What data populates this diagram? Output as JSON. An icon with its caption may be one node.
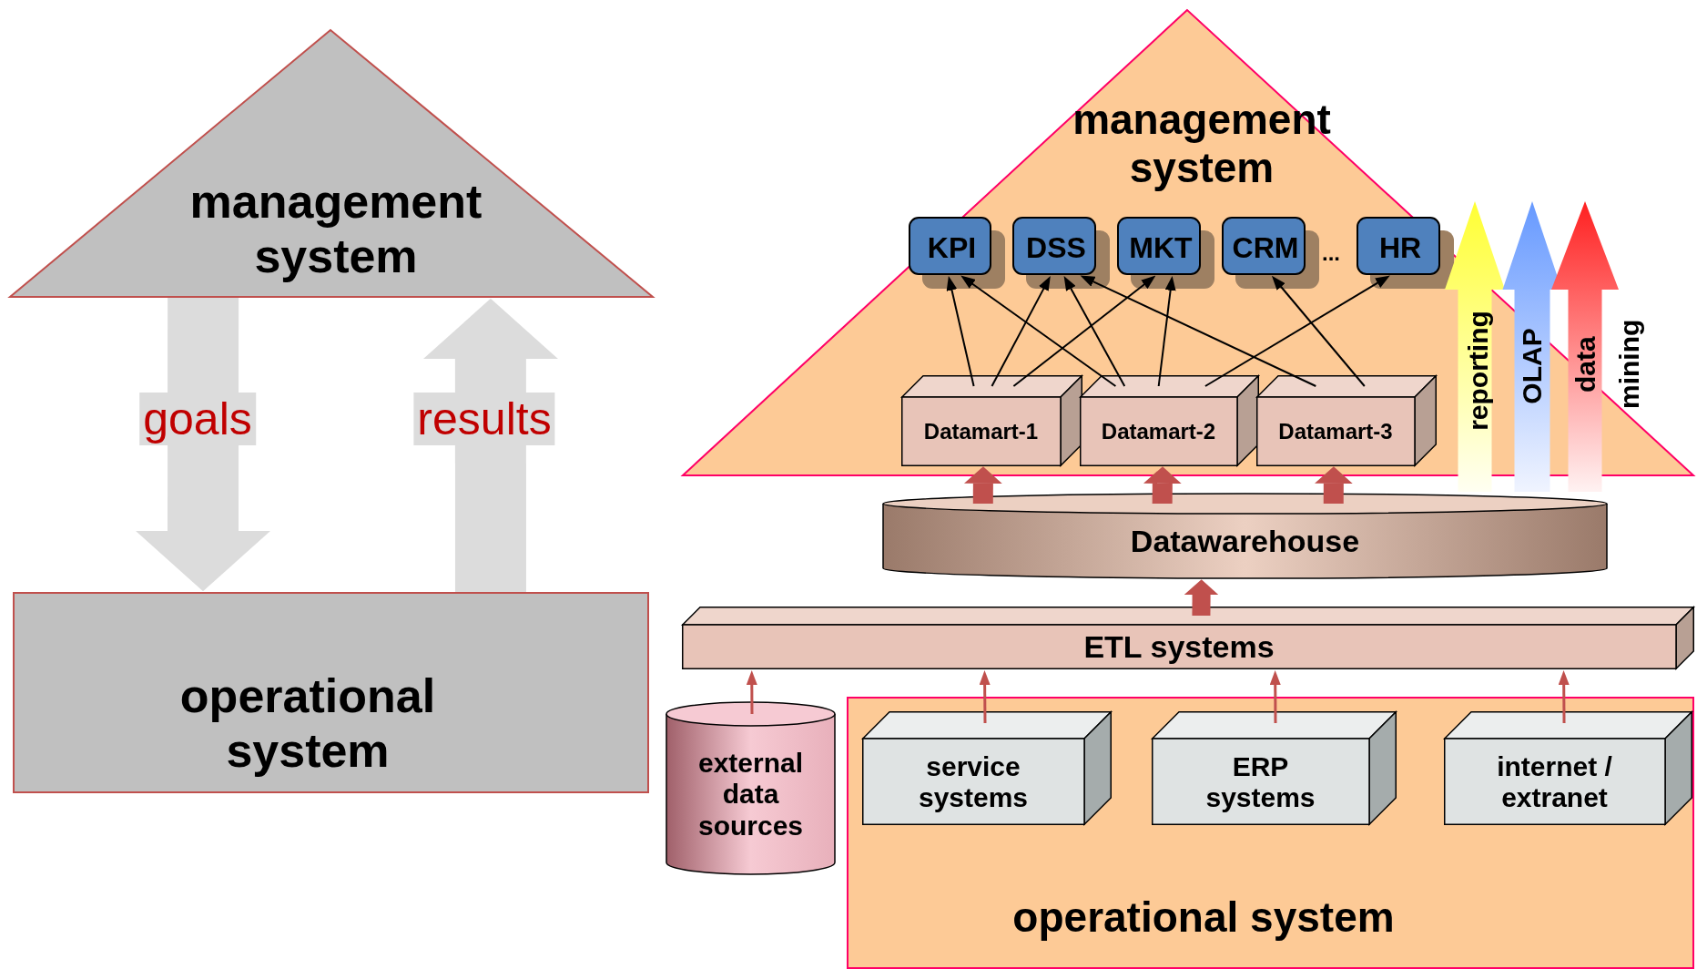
{
  "diagram": {
    "nodes": [
      {
        "text": [
          "management system"
        ]
      },
      {
        "text": [
          "operational system"
        ]
      },
      {
        "text": [
          "management system"
        ]
      },
      {
        "text": [
          "KPI"
        ],
        "in": 2
      },
      {
        "text": [
          "DSS"
        ],
        "in": 2
      },
      {
        "text": [
          "MKT"
        ],
        "in": 2
      },
      {
        "text": [
          "CRM"
        ],
        "in": 2
      },
      {
        "text": [
          "HR"
        ],
        "in": 2
      },
      {
        "text": [
          "Datamart-1"
        ],
        "in": 2
      },
      {
        "text": [
          "Datamart-2"
        ],
        "in": 2
      },
      {
        "text": [
          "Datamart-3"
        ],
        "in": 2
      },
      {
        "text": [
          "Datawarehouse"
        ]
      },
      {
        "text": [
          "ETL systems"
        ]
      },
      {
        "text": [
          "external data sources"
        ]
      },
      {
        "text": [
          "operational system"
        ]
      },
      {
        "text": [
          "service systems"
        ],
        "in": 14
      },
      {
        "text": [
          "ERP systems"
        ],
        "in": 14
      },
      {
        "text": [
          "internet / extranet"
        ],
        "in": 14
      },
      {
        "text": [
          "reporting"
        ]
      },
      {
        "text": [
          "OLAP"
        ]
      },
      {
        "text": [
          "data mining"
        ]
      }
    ],
    "edges": [
      {
        "from": 0,
        "to": 1,
        "arrow": "to",
        "label": "goals",
        "style": "thick",
        "color": "#dcdcdc"
      },
      {
        "from": 1,
        "to": 0,
        "arrow": "to",
        "label": "results",
        "style": "thick",
        "color": "#dcdcdc"
      },
      {
        "from": 8,
        "to": 3,
        "arrow": "to"
      },
      {
        "from": 8,
        "to": 4,
        "arrow": "to"
      },
      {
        "from": 8,
        "to": 5,
        "arrow": "to"
      },
      {
        "from": 9,
        "to": 3,
        "arrow": "to"
      },
      {
        "from": 9,
        "to": 4,
        "arrow": "to"
      },
      {
        "from": 9,
        "to": 5,
        "arrow": "to"
      },
      {
        "from": 9,
        "to": 7,
        "arrow": "to"
      },
      {
        "from": 10,
        "to": 4,
        "arrow": "to"
      },
      {
        "from": 10,
        "to": 6,
        "arrow": "to"
      },
      {
        "from": 11,
        "to": 8,
        "arrow": "to",
        "style": "thick",
        "color": "#c0504d"
      },
      {
        "from": 11,
        "to": 9,
        "arrow": "to",
        "style": "thick",
        "color": "#c0504d"
      },
      {
        "from": 11,
        "to": 10,
        "arrow": "to",
        "style": "thick",
        "color": "#c0504d"
      },
      {
        "from": 12,
        "to": 11,
        "arrow": "to",
        "style": "thick",
        "color": "#c0504d"
      },
      {
        "from": 13,
        "to": 12,
        "arrow": "to",
        "color": "#c0504d"
      },
      {
        "from": 15,
        "to": 12,
        "arrow": "to",
        "color": "#c0504d"
      },
      {
        "from": 16,
        "to": 12,
        "arrow": "to",
        "color": "#c0504d"
      },
      {
        "from": 17,
        "to": 12,
        "arrow": "to",
        "color": "#c0504d"
      }
    ],
    "labels": [
      "..."
    ]
  }
}
